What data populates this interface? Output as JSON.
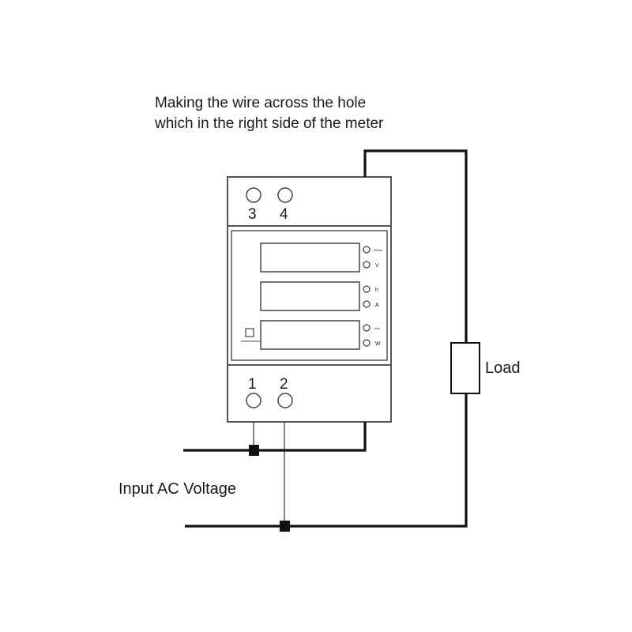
{
  "note": {
    "line1": "Making the wire across the hole",
    "line2": "which in the right side of the meter"
  },
  "meter": {
    "top_terminals": [
      "3",
      "4"
    ],
    "bottom_terminals": [
      "1",
      "2"
    ],
    "indicators": [
      {
        "label": "kWh/s"
      },
      {
        "label": "V"
      },
      {
        "label": "h"
      },
      {
        "label": "A"
      },
      {
        "label": "kwh"
      },
      {
        "label": "W"
      }
    ]
  },
  "labels": {
    "load": "Load",
    "input": "Input AC Voltage"
  },
  "colors": {
    "line": "#111111",
    "meter_outline": "#555555",
    "background": "#ffffff"
  }
}
